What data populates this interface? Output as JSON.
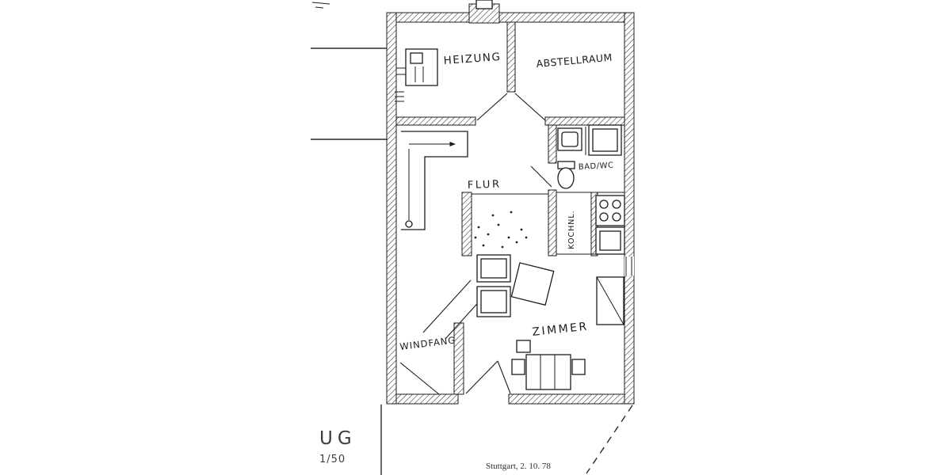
{
  "meta": {
    "background_color": "#ffffff",
    "ink_color": "#1c1c1c",
    "drawing_type": "hand-drawn basement floor plan"
  },
  "plan": {
    "floor_label": "UG",
    "scale_label": "1/50",
    "footnote": "Stuttgart, 2. 10. 78",
    "rooms": {
      "heizung": "HEIZUNG",
      "abstellraum": "ABSTELLRAUM",
      "flur": "FLUR",
      "bad": "BAD/WC",
      "kochnl": "KOCHNL.",
      "zimmer": "ZIMMER",
      "windfang": "WINDFANG"
    }
  }
}
